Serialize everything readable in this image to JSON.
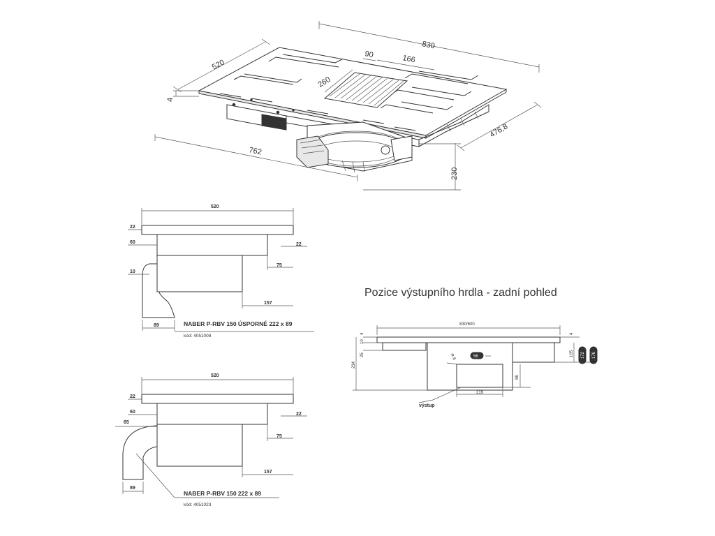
{
  "iso_view": {
    "width": "830",
    "depth": "520",
    "thickness": "4",
    "duct_offset": "90",
    "duct_width": "166",
    "duct_length": "260",
    "base_width": "762",
    "base_depth": "476,8",
    "total_height": "230"
  },
  "side_view_1": {
    "width": "520",
    "glass": "22",
    "fan": "60",
    "offset": "10",
    "right_gap": "22",
    "right_depth": "75",
    "duct_depth": "157",
    "outlet": "89",
    "label": "NABER P-RBV 150 ÚSPORNÉ 222 x 89",
    "code": "kód: 4051008"
  },
  "side_view_2": {
    "width": "520",
    "glass": "22",
    "fan": "60",
    "offset": "65",
    "right_gap": "22",
    "right_depth": "75",
    "duct_depth": "157",
    "outlet": "89",
    "label": "NABER P-RBV 150 222 x 89",
    "code": "kód: 4051023"
  },
  "rear_view": {
    "title": "Pozice výstupního hrdla - zadní pohled",
    "width": "830/600",
    "top": "4",
    "right_top": "4",
    "left_10": "10",
    "left_25": "25",
    "left_234": "234",
    "radius": "R 8",
    "diameter": "56",
    "h_105": "105",
    "h_172": "172",
    "h_176": "176",
    "h_86": "86",
    "outlet_width": "219",
    "outlet_label": "výstup"
  }
}
